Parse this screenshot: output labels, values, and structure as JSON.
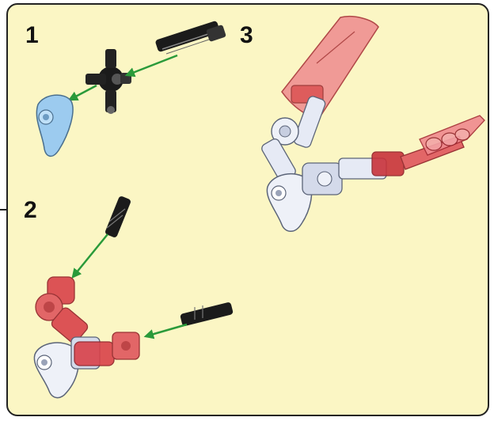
{
  "steps": [
    {
      "number": "1"
    },
    {
      "number": "2"
    },
    {
      "number": "3"
    }
  ],
  "colors": {
    "panel_bg": "#fbf6c4",
    "panel_border": "#222222",
    "arrow": "#2a9a3a",
    "trans_red": "#d9424a",
    "light_blue": "#9ccbef",
    "pin_black": "#1b1b1b",
    "white_part": "#eef1f8"
  }
}
